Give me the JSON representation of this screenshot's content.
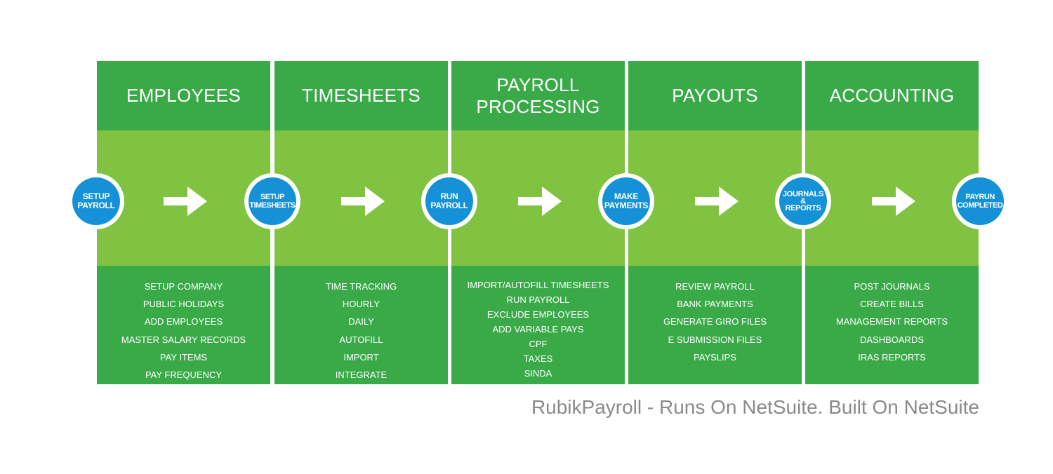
{
  "stages": [
    {
      "title": "EMPLOYEES",
      "items": [
        "SETUP COMPANY",
        "PUBLIC HOLIDAYS",
        "ADD EMPLOYEES",
        "MASTER SALARY RECORDS",
        "PAY ITEMS",
        "PAY FREQUENCY"
      ]
    },
    {
      "title": "TIMESHEETS",
      "items": [
        "TIME TRACKING",
        "HOURLY",
        "DAILY",
        "AUTOFILL",
        "IMPORT",
        "INTEGRATE"
      ]
    },
    {
      "title": "PAYROLL\nPROCESSING",
      "items": [
        "IMPORT/AUTOFILL TIMESHEETS",
        "RUN PAYROLL",
        "EXCLUDE EMPLOYEES",
        "ADD VARIABLE PAYS",
        "CPF",
        "TAXES",
        "SINDA"
      ]
    },
    {
      "title": "PAYOUTS",
      "items": [
        "REVIEW PAYROLL",
        "BANK PAYMENTS",
        "GENERATE GIRO FILES",
        "E SUBMISSION FILES",
        "PAYSLIPS"
      ]
    },
    {
      "title": "ACCOUNTING",
      "items": [
        "POST JOURNALS",
        "CREATE BILLS",
        "MANAGEMENT REPORTS",
        "DASHBOARDS",
        "IRAS REPORTS"
      ]
    }
  ],
  "milestones": [
    "SETUP\nPAYROLL",
    "SETUP\nTIMESHEETS",
    "RUN\nPAYROLL",
    "MAKE\nPAYMENTS",
    "JOURNALS\n&\nREPORTS",
    "PAYRUN\nCOMPLETED"
  ],
  "caption": "RubikPayroll - Runs On NetSuite. Built On NetSuite",
  "colors": {
    "dark_green": "#3aaa49",
    "light_green": "#80c341",
    "node_blue": "#1592d7",
    "caption_gray": "#888a8c"
  },
  "icons": [
    "arrow-right-icon"
  ]
}
